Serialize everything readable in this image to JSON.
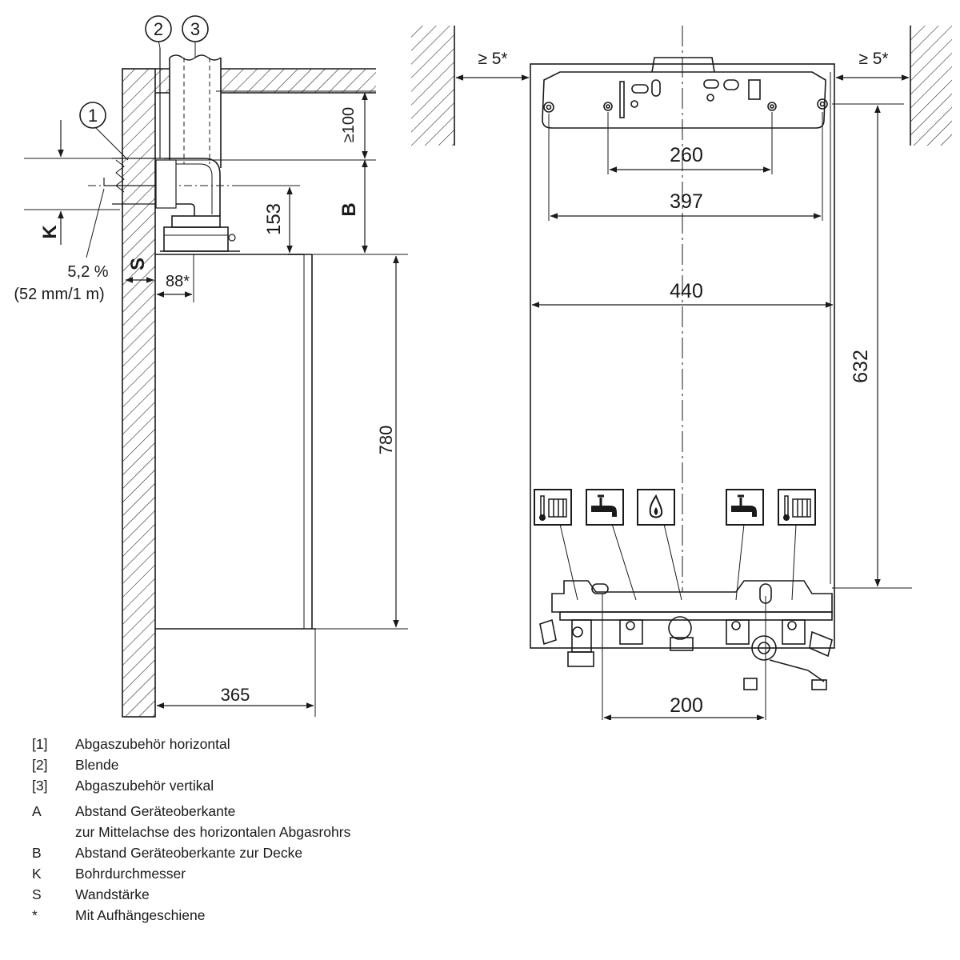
{
  "callouts": {
    "c1": "1",
    "c2": "2",
    "c3": "3"
  },
  "side_view": {
    "dim_ge100": "≥100",
    "dim_153": "153",
    "label_B": "B",
    "label_K": "K",
    "slope_line1": "5,2 %",
    "slope_line2": "(52 mm/1 m)",
    "label_S": "S",
    "dim_88": "88*",
    "dim_780": "780",
    "dim_365": "365"
  },
  "front_view": {
    "clear_left": "≥ 5*",
    "clear_right": "≥ 5*",
    "dim_260": "260",
    "dim_397": "397",
    "dim_440": "440",
    "dim_632": "632",
    "dim_200": "200"
  },
  "connection_icons": [
    "radiator-icon",
    "tap-icon",
    "gas-flame-icon",
    "tap-icon",
    "radiator-icon"
  ],
  "legend": [
    {
      "key": "[1]",
      "text": "Abgaszubehör horizontal"
    },
    {
      "key": "[2]",
      "text": "Blende"
    },
    {
      "key": "[3]",
      "text": "Abgaszubehör vertikal"
    },
    {
      "key": "A",
      "text": "Abstand Geräteoberkante",
      "text2": "zur Mittelachse des horizontalen Abgasrohrs"
    },
    {
      "key": "B",
      "text": "Abstand Geräteoberkante zur Decke"
    },
    {
      "key": "K",
      "text": "Bohrdurchmesser"
    },
    {
      "key": "S",
      "text": "Wandstärke"
    },
    {
      "key": "*",
      "text": "Mit Aufhängeschiene"
    }
  ]
}
